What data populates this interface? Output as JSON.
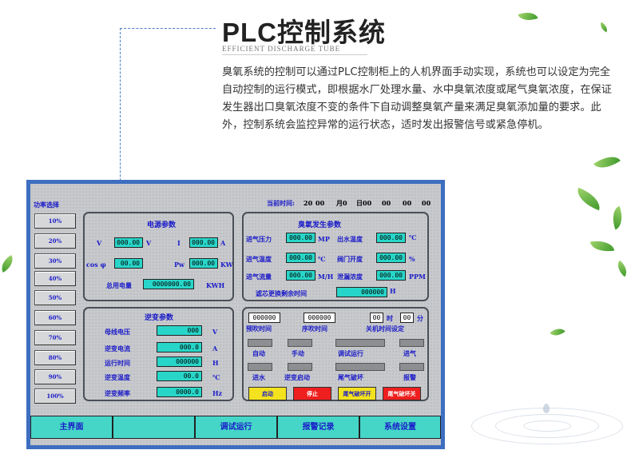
{
  "header": {
    "title": "PLC控制系统",
    "subtitle": "EFFICIENT DISCHARGE TUBE"
  },
  "description": "臭氧系统的控制可以通过PLC控制柜上的人机界面手动实现，系统也可以设定为完全自动控制的运行模式，即根据水厂处理水量、水中臭氧浓度或尾气臭氧浓度，在保证发生器出口臭氧浓度不变的条件下自动调整臭氧产量来满足臭氧添加量的要求。此外，控制系统会监控异常的运行状态，适时发出报警信号或紧急停机。",
  "hmi": {
    "power_title": "功率选择",
    "time_label": "当前时间:",
    "time_parts": [
      "20",
      "00",
      "月0",
      "日00",
      "00",
      "00",
      "00"
    ],
    "power_buttons": [
      "10%",
      "20%",
      "30%",
      "40%",
      "50%",
      "60%",
      "70%",
      "80%",
      "90%",
      "100%"
    ],
    "power_params": {
      "title": "电源参数",
      "v_label": "V",
      "v_value": "000.00",
      "v_unit": "V",
      "i_label": "I",
      "i_value": "000.00",
      "i_unit": "A",
      "cos_label": "cos φ",
      "cos_value": "00.00",
      "pw_label": "Pw",
      "pw_value": "000.00",
      "pw_unit": "KW",
      "total_label": "总用电量",
      "total_value": "0000000.00",
      "total_unit": "KWH"
    },
    "inverter": {
      "title": "逆变参数",
      "rows": [
        {
          "label": "母线电压",
          "value": "000",
          "unit": "V"
        },
        {
          "label": "逆变电流",
          "value": "000.0",
          "unit": "A"
        },
        {
          "label": "运行时间",
          "value": "000000",
          "unit": "H"
        },
        {
          "label": "逆变温度",
          "value": "00.0",
          "unit": "℃"
        },
        {
          "label": "逆变频率",
          "value": "0000.0",
          "unit": "Hz"
        }
      ]
    },
    "ozone": {
      "title": "臭氧发生参数",
      "rows": [
        {
          "l1": "进气压力",
          "v1": "000.00",
          "u1": "MP",
          "l2": "出水温度",
          "v2": "000.00",
          "u2": "℃"
        },
        {
          "l1": "进气温度",
          "v1": "000.00",
          "u1": "℃",
          "l2": "阀门开度",
          "v2": "000.00",
          "u2": "%"
        },
        {
          "l1": "进气流量",
          "v1": "000.00",
          "u1": "M/H",
          "l2": "泄漏浓度",
          "v2": "000.00",
          "u2": "PPM"
        }
      ],
      "filter_label": "滤芯更换剩余时间",
      "filter_value": "000000",
      "filter_unit": "H"
    },
    "control": {
      "pre_value": "000000",
      "pre_label": "预吹时间",
      "post_value": "000000",
      "post_label": "序吹时间",
      "hour": "00",
      "hour_unit": "时",
      "min": "00",
      "min_unit": "分",
      "shutdown_label": "关机时间设定",
      "ind_row1": [
        "自动",
        "手动",
        "调试运行",
        "进气"
      ],
      "ind_row2": [
        "进水",
        "逆变启动",
        "尾气破坏",
        "报警"
      ],
      "buttons": [
        {
          "label": "启动",
          "color": "#f3e21d"
        },
        {
          "label": "停止",
          "color": "#ef1f1f"
        },
        {
          "label": "尾气破坏开",
          "color": "#f3e21d"
        },
        {
          "label": "尾气破坏关",
          "color": "#ef1f1f"
        }
      ]
    },
    "nav": [
      "主界面",
      "",
      "调试运行",
      "报警记录",
      "系统设置"
    ]
  }
}
